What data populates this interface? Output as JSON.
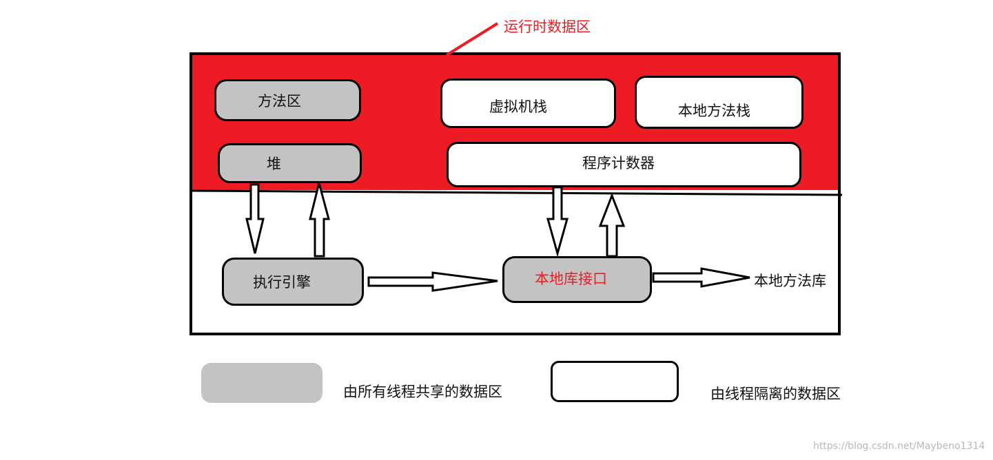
{
  "title": "运行时数据区",
  "regions": {
    "method_area": "方法区",
    "heap": "堆",
    "vm_stack": "虚拟机栈",
    "native_method_stack": "本地方法栈",
    "program_counter": "程序计数器"
  },
  "engine": "执行引擎",
  "native_interface": "本地库接口",
  "native_library": "本地方法库",
  "legend": {
    "shared": "由所有线程共享的数据区",
    "isolated": "由线程隔离的数据区"
  },
  "watermark": "https://blog.csdn.net/Maybeno1314",
  "colors": {
    "runtime_area": "#ed1c24",
    "shared": "#c3c3c3",
    "isolated": "#ffffff",
    "title_text": "#ed1c24",
    "native_interface_text": "#ed1c24"
  }
}
